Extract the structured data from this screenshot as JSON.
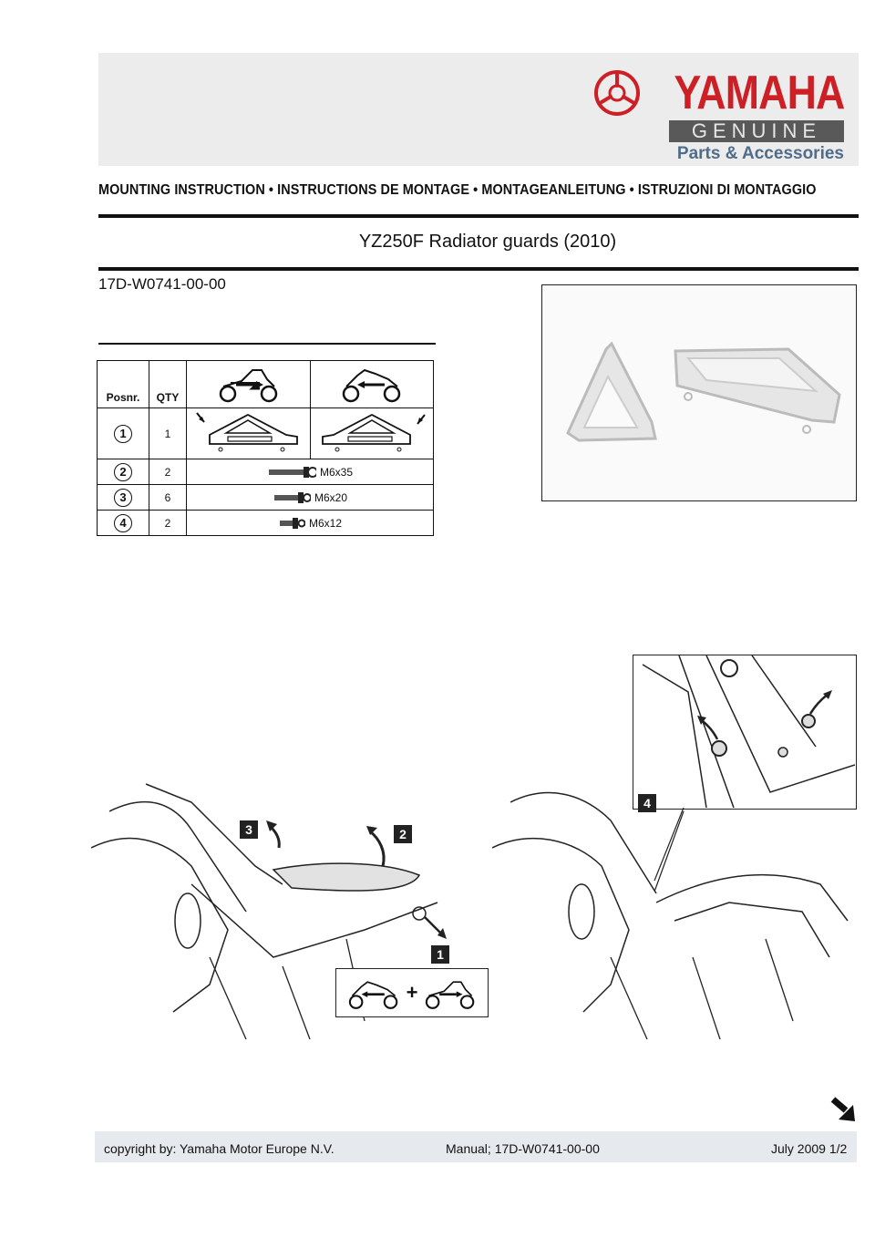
{
  "brand": {
    "name": "YAMAHA",
    "genuine": "GENUINE",
    "subtitle": "Parts & Accessories"
  },
  "instruction_line": "MOUNTING INSTRUCTION • INSTRUCTIONS DE MONTAGE • MONTAGEANLEITUNG • ISTRUZIONI DI MONTAGGIO",
  "doc_title": "YZ250F Radiator guards (2010)",
  "part_number": "17D-W0741-00-00",
  "table": {
    "headers": {
      "pos": "Posnr.",
      "qty": "QTY"
    },
    "rows": [
      {
        "pos": "1",
        "qty": "1",
        "item": ""
      },
      {
        "pos": "2",
        "qty": "2",
        "item": "M6x35"
      },
      {
        "pos": "3",
        "qty": "6",
        "item": "M6x20"
      },
      {
        "pos": "4",
        "qty": "2",
        "item": "M6x12"
      }
    ]
  },
  "steps": [
    "1",
    "2",
    "3",
    "4"
  ],
  "footer": {
    "copyright": "copyright by: Yamaha Motor Europe N.V.",
    "manual": "Manual; 17D-W0741-00-00",
    "date": "July 2009 1/2"
  },
  "colors": {
    "brand_red": "#cc1f26",
    "brand_blue": "#4f6c8a",
    "header_band": "#ececec",
    "footer_band": "#e6e9ee"
  }
}
